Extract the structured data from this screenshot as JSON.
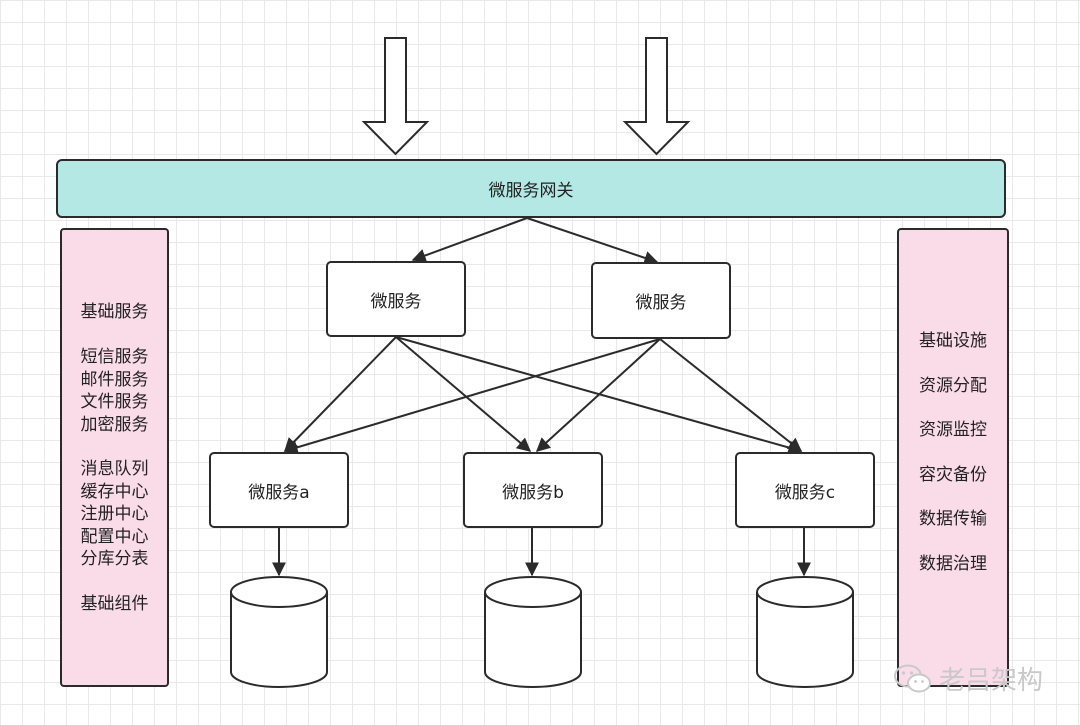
{
  "gateway": {
    "label": "微服务网关"
  },
  "services_mid": [
    "微服务",
    "微服务"
  ],
  "services_bottom": [
    "微服务a",
    "微服务b",
    "微服务c"
  ],
  "left_panel": {
    "groups": [
      [
        "基础服务"
      ],
      [
        "短信服务",
        "邮件服务",
        "文件服务",
        "加密服务"
      ],
      [
        "消息队列",
        "缓存中心",
        "注册中心",
        "配置中心",
        "分库分表"
      ],
      [
        "基础组件"
      ]
    ]
  },
  "right_panel": {
    "items": [
      "基础设施",
      "资源分配",
      "资源监控",
      "容灾备份",
      "数据传输",
      "数据治理"
    ]
  },
  "watermark": {
    "text": "老吕架构",
    "icon": "wechat-icon"
  },
  "colors": {
    "gateway_fill": "#b3e8e4",
    "side_fill": "#fadce9",
    "stroke": "#2b2b2b"
  }
}
